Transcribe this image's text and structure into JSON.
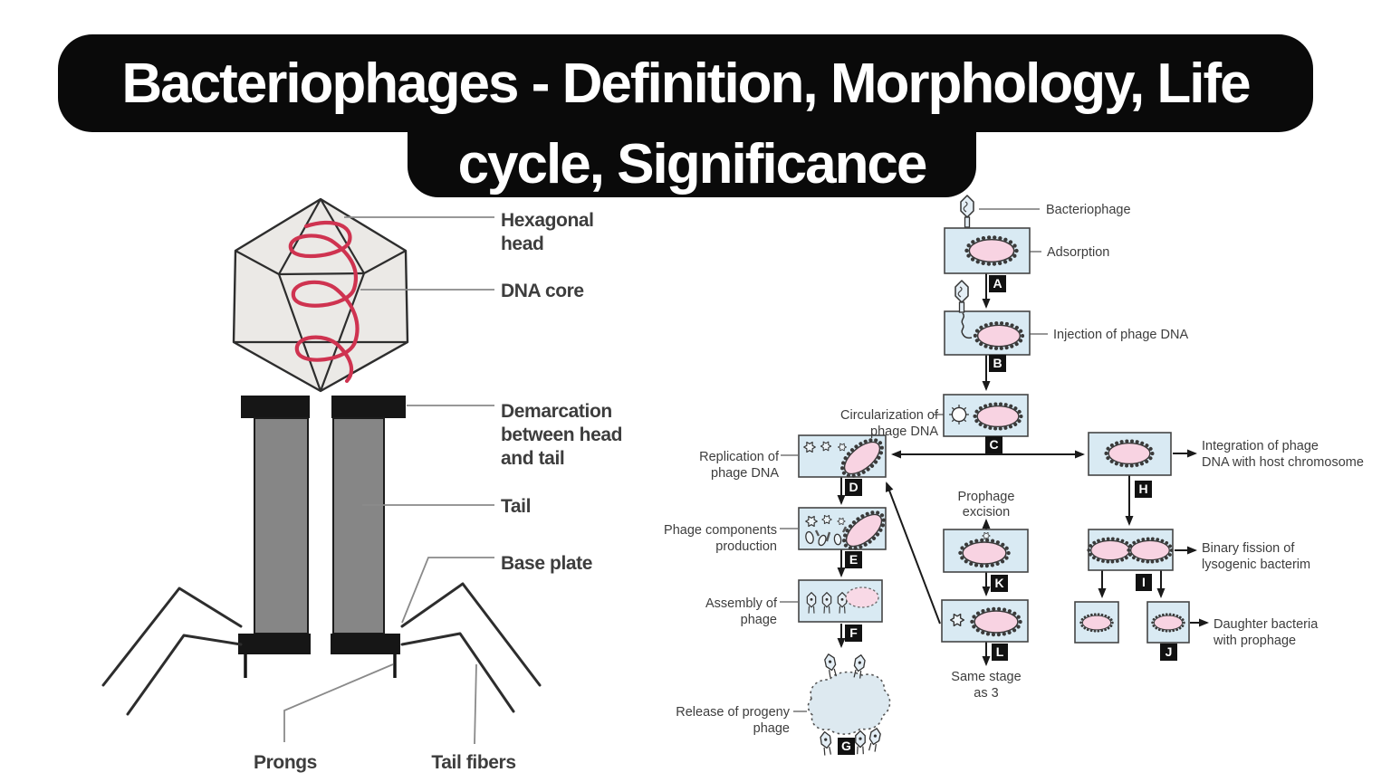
{
  "title": {
    "line1": "Bacteriophages - Definition, Morphology, Life",
    "line2": "cycle, Significance"
  },
  "morphology": {
    "labels": {
      "hexagonal_head": [
        "Hexagonal",
        "head"
      ],
      "dna_core": "DNA core",
      "demarcation": [
        "Demarcation",
        "between head",
        "and tail"
      ],
      "tail": "Tail",
      "base_plate": "Base plate",
      "prongs": "Prongs",
      "tail_fibers": "Tail fibers"
    }
  },
  "lifecycle": {
    "labels": {
      "bacteriophage": "Bacteriophage",
      "adsorption": "Adsorption",
      "injection": "Injection of phage DNA",
      "circularization": [
        "Circularization of",
        "phage DNA"
      ],
      "replication": [
        "Replication of",
        "phage DNA"
      ],
      "components": [
        "Phage components",
        "production"
      ],
      "assembly": [
        "Assembly of",
        "phage"
      ],
      "release": [
        "Release of progeny",
        "phage"
      ],
      "prophage_excision": [
        "Prophage",
        "excision"
      ],
      "same_stage": [
        "Same stage",
        "as 3"
      ],
      "integration": [
        "Integration of phage",
        "DNA with host chromosome"
      ],
      "binary_fission": [
        "Binary fission of",
        "lysogenic bacterim"
      ],
      "daughter": [
        "Daughter bacteria",
        "with prophage"
      ]
    },
    "badges": {
      "a": "A",
      "b": "B",
      "c": "C",
      "d": "D",
      "e": "E",
      "f": "F",
      "g": "G",
      "h": "H",
      "i": "I",
      "j": "J",
      "k": "K",
      "l": "L"
    }
  },
  "colors": {
    "banner_bg": "#0a0a0a",
    "banner_text": "#ffffff",
    "cell_box_fill": "#d9eaf3",
    "bacterium_dna_fill": "#f8d3e2",
    "phage_dna_red": "#cf3350",
    "tail_gray": "#868686",
    "ink": "#1a1a1a",
    "label_gray": "#3d3d3d"
  }
}
